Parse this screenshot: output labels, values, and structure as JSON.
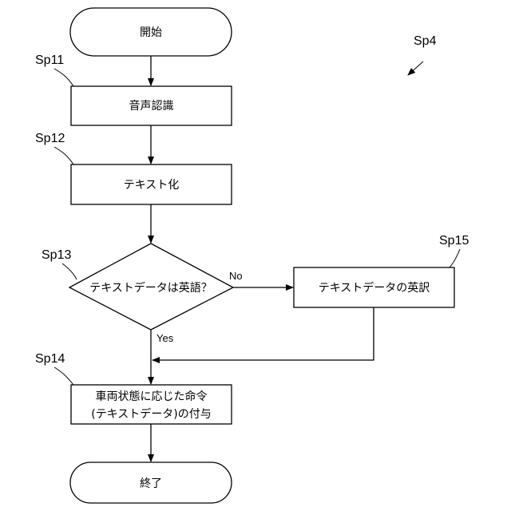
{
  "diagram_id": "Sp4",
  "nodes": {
    "start": {
      "text": "開始"
    },
    "speech_recognition": {
      "ref": "Sp11",
      "text": "音声認識"
    },
    "to_text": {
      "ref": "Sp12",
      "text": "テキスト化"
    },
    "decision": {
      "ref": "Sp13",
      "text": "テキストデータは英語？"
    },
    "translate": {
      "ref": "Sp15",
      "text": "テキストデータの英訳"
    },
    "command": {
      "ref": "Sp14",
      "line1": "車両状態に応じた命令",
      "line2": "(テキストデータ)の付与"
    },
    "end": {
      "text": "終了"
    }
  },
  "branches": {
    "no": "No",
    "yes": "Yes"
  }
}
